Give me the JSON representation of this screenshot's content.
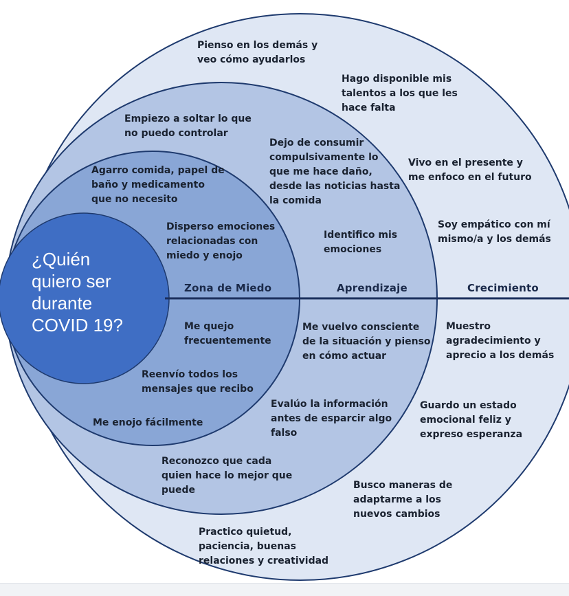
{
  "colors": {
    "outer": "#dfe7f4",
    "middle": "#b3c5e4",
    "inner": "#89a6d6",
    "core": "#3f6ec4",
    "stroke": "#1e3a6e",
    "axis": "#1b2f5c"
  },
  "center_question": [
    "¿Quién",
    "quiero ser",
    "durante",
    "COVID 19?"
  ],
  "zones": {
    "fear": "Zona de Miedo",
    "learning": "Aprendizaje",
    "growth": "Crecimiento"
  },
  "fear_items": [
    [
      "Agarro comida, papel de",
      "baño y medicamento",
      "que no necesito"
    ],
    [
      "Disperso emociones",
      "relacionadas con",
      "miedo y enojo"
    ],
    [
      "Me quejo",
      "frecuentemente"
    ],
    [
      "Reenvío todos los",
      "mensajes que recibo"
    ],
    [
      "Me enojo fácilmente"
    ]
  ],
  "learning_items": [
    [
      "Empiezo a soltar lo que",
      "no puedo controlar"
    ],
    [
      "Dejo de consumir",
      "compulsivamente lo",
      "que me hace daño,",
      "desde las noticias hasta",
      "la comida"
    ],
    [
      "Identifico mis",
      "emociones"
    ],
    [
      "Me vuelvo consciente",
      "de la situación y pienso",
      "en cómo actuar"
    ],
    [
      "Evalúo la información",
      "antes de esparcir algo",
      "falso"
    ],
    [
      "Reconozco que cada",
      "quien hace lo mejor que",
      "puede"
    ]
  ],
  "growth_items": [
    [
      "Pienso en los demás y",
      "veo cómo ayudarlos"
    ],
    [
      "Hago disponible mis",
      "talentos a los que les",
      "hace falta"
    ],
    [
      "Vivo en el presente y",
      "me enfoco en el futuro"
    ],
    [
      "Soy empático con mí",
      "mismo/a y los demás"
    ],
    [
      "Muestro",
      "agradecimiento y",
      "aprecio a los demás"
    ],
    [
      "Guardo un estado",
      "emocional feliz y",
      "expreso esperanza"
    ],
    [
      "Busco maneras de",
      "adaptarme a los",
      "nuevos cambios"
    ],
    [
      "Practico quietud,",
      "paciencia, buenas",
      "relaciones y creatividad"
    ]
  ]
}
